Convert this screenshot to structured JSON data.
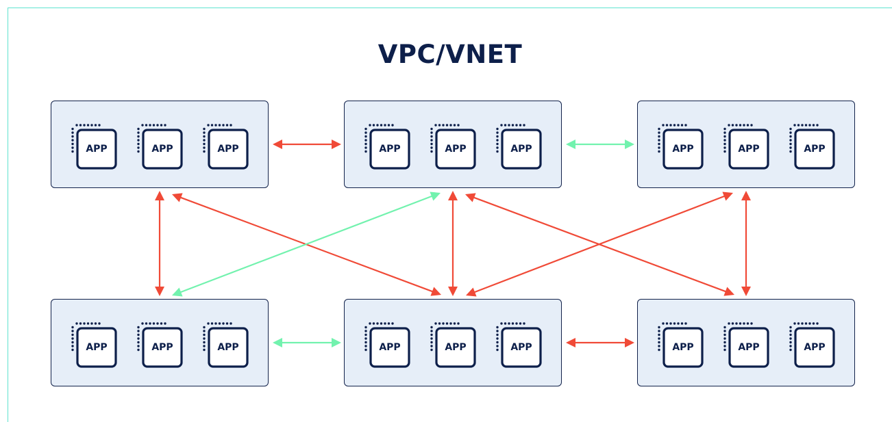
{
  "title": "VPC/VNET",
  "app_label": "APP",
  "colors": {
    "frame": "#5fe3cf",
    "box_fill": "#e6eef8",
    "box_border": "#11214a",
    "title": "#0d1f4a",
    "arrow_red": "#f04a37",
    "arrow_green": "#72f2ae"
  },
  "boxes": [
    {
      "id": "top-left",
      "apps": [
        "APP",
        "APP",
        "APP"
      ]
    },
    {
      "id": "top-center",
      "apps": [
        "APP",
        "APP",
        "APP"
      ]
    },
    {
      "id": "top-right",
      "apps": [
        "APP",
        "APP",
        "APP"
      ]
    },
    {
      "id": "bottom-left",
      "apps": [
        "APP",
        "APP",
        "APP"
      ]
    },
    {
      "id": "bottom-center",
      "apps": [
        "APP",
        "APP",
        "APP"
      ]
    },
    {
      "id": "bottom-right",
      "apps": [
        "APP",
        "APP",
        "APP"
      ]
    }
  ],
  "connections": [
    {
      "from": "top-left",
      "to": "top-center",
      "color": "red"
    },
    {
      "from": "top-center",
      "to": "top-right",
      "color": "green"
    },
    {
      "from": "bottom-left",
      "to": "bottom-center",
      "color": "green"
    },
    {
      "from": "bottom-center",
      "to": "bottom-right",
      "color": "red"
    },
    {
      "from": "top-left",
      "to": "bottom-left",
      "color": "red"
    },
    {
      "from": "top-left",
      "to": "bottom-center",
      "color": "red"
    },
    {
      "from": "top-center",
      "to": "bottom-left",
      "color": "green"
    },
    {
      "from": "top-center",
      "to": "bottom-center",
      "color": "red"
    },
    {
      "from": "top-center",
      "to": "bottom-right",
      "color": "red"
    },
    {
      "from": "top-right",
      "to": "bottom-center",
      "color": "red"
    },
    {
      "from": "top-right",
      "to": "bottom-right",
      "color": "red"
    }
  ]
}
